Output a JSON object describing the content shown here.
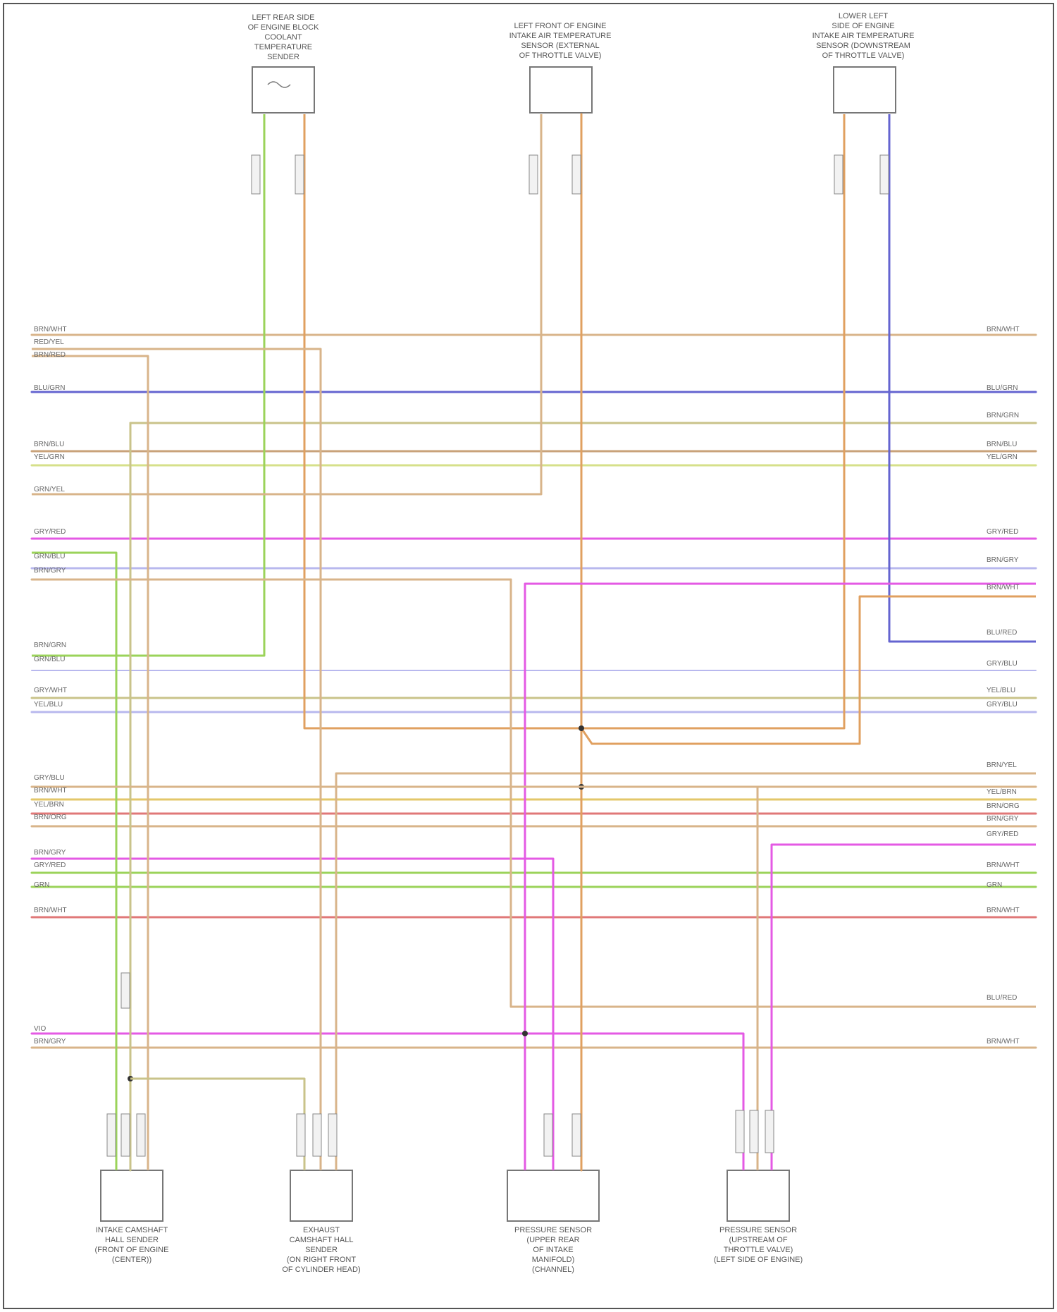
{
  "diagram": {
    "footer": "",
    "components": {
      "top": [
        {
          "name": "LEFT REAR SIDE OF ENGINE BLOCK COOLANT TEMPERATURE SENDER",
          "lines": [
            "LEFT REAR SIDE",
            "OF ENGINE BLOCK",
            "COOLANT",
            "TEMPERATURE",
            "SENDER"
          ]
        },
        {
          "name": "LEFT FRONT OF ENGINE INTAKE AIR TEMPERATURE SENSOR (EXTERNAL OF THROTTLE VALVE)",
          "lines": [
            "LEFT FRONT OF ENGINE",
            "INTAKE AIR TEMPERATURE",
            "SENSOR (EXTERNAL",
            "OF THROTTLE VALVE)"
          ]
        },
        {
          "name": "LOWER LEFT SIDE OF ENGINE INTAKE AIR TEMPERATURE SENSOR (DOWNSTREAM OF THROTTLE VALVE)",
          "lines": [
            "LOWER LEFT",
            "SIDE OF ENGINE",
            "INTAKE AIR TEMPERATURE",
            "SENSOR (DOWNSTREAM",
            "OF THROTTLE VALVE)"
          ]
        }
      ],
      "bottom": [
        {
          "name": "INTAKE CAMSHAFT HALL SENDER (FRONT OF ENGINE)",
          "lines": [
            "INTAKE CAMSHAFT",
            "HALL SENDER",
            "(FRONT OF ENGINE",
            "(CENTER))"
          ]
        },
        {
          "name": "EXHAUST CAMSHAFT HALL SENDER",
          "lines": [
            "EXHAUST",
            "CAMSHAFT HALL",
            "SENDER",
            "(ON RIGHT FRONT",
            "OF CYLINDER HEAD)"
          ]
        },
        {
          "name": "PRESSURE SENSOR",
          "lines": [
            "PRESSURE SENSOR",
            "(UPPER REAR",
            "OF INTAKE",
            "MANIFOLD)",
            "(CHANNEL)"
          ]
        },
        {
          "name": "PRESSURE SENSOR (THROTTLE VALVE)",
          "lines": [
            "PRESSURE SENSOR",
            "(UPSTREAM OF",
            "THROTTLE VALVE)",
            "(LEFT SIDE OF ENGINE)"
          ]
        }
      ]
    },
    "left_tags": [
      "BRN/WHT",
      "RED/YEL",
      "BRN/RED",
      "BLU/GRN",
      "BRN/BLU",
      "YEL/GRN",
      "GRN/YEL",
      "GRY/RED",
      "GRN/BLU",
      "BRN/GRY",
      "BRN/GRN",
      "GRN/BLU",
      "GRY/WHT",
      "YEL/BLU",
      "GRY/BLU",
      "BRN/WHT",
      "YEL/BRN",
      "BRN/ORG",
      "BRN/GRY",
      "GRY/RED",
      "GRN",
      "BRN/WHT",
      "VIO",
      "BRN/GRY"
    ],
    "right_tags": [
      "BRN/WHT",
      "BLU/GRN",
      "BRN/GRN",
      "BRN/BLU",
      "YEL/GRN",
      "GRY/RED",
      "BRN/GRY",
      "BRN/WHT",
      "BLU/RED",
      "GRY/BLU",
      "YEL/BLU",
      "GRY/BLU",
      "BRN/YEL",
      "YEL/BRN",
      "BRN/ORG",
      "BRN/GRY",
      "GRY/RED",
      "BRN/WHT",
      "GRN",
      "BRN/WHT",
      "BLU/RED",
      "BRN/WHT"
    ],
    "wire_colors": {
      "tan": "#d8b48a",
      "orange": "#e0a060",
      "green": "#9bd35a",
      "yellowgreen": "#d6e08a",
      "blue": "#6464d0",
      "magenta": "#e45ae4",
      "lavender": "#b8b8ee",
      "red": "#e07878",
      "gold": "#e3c76a",
      "brown": "#c9a27a",
      "olive": "#c9c38a"
    }
  }
}
